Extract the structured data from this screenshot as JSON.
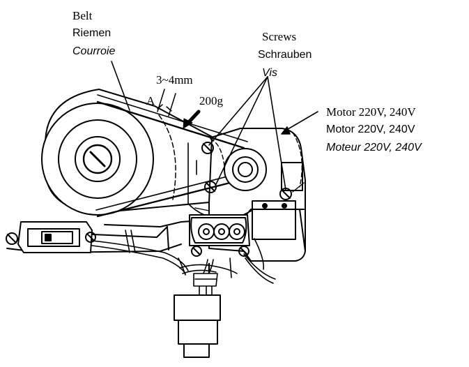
{
  "labels": {
    "belt": [
      "Belt",
      "Riemen",
      "Courroie"
    ],
    "screws": [
      "Screws",
      "Schrauben",
      "Vis"
    ],
    "motor": [
      "Motor 220V, 240V",
      "Motor 220V, 240V",
      "Moteur 220V, 240V"
    ],
    "gap": "3~4mm",
    "point": "A",
    "force": "200g"
  }
}
